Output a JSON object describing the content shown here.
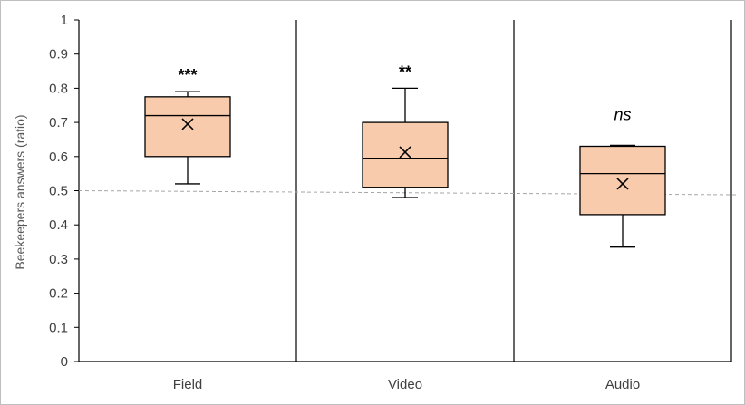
{
  "chart_data": {
    "type": "box",
    "title": "",
    "xlabel": "",
    "ylabel": "Beekeepers answers (ratio)",
    "ylim": [
      0,
      1
    ],
    "yticks": [
      "0",
      "0.1",
      "0.2",
      "0.3",
      "0.4",
      "0.5",
      "0.6",
      "0.7",
      "0.8",
      "0.9",
      "1"
    ],
    "categories": [
      "Field",
      "Video",
      "Audio"
    ],
    "boxes": [
      {
        "category": "Field",
        "min": 0.52,
        "q1": 0.6,
        "median": 0.72,
        "q3": 0.775,
        "max": 0.79,
        "mean": 0.695,
        "significance": "***"
      },
      {
        "category": "Video",
        "min": 0.48,
        "q1": 0.51,
        "median": 0.595,
        "q3": 0.7,
        "max": 0.8,
        "mean": 0.613,
        "significance": "**"
      },
      {
        "category": "Audio",
        "min": 0.335,
        "q1": 0.43,
        "median": 0.55,
        "q3": 0.63,
        "max": 0.633,
        "mean": 0.52,
        "significance": "ns"
      }
    ],
    "reference_line": {
      "y_start": 0.5,
      "y_end": 0.488,
      "style": "dashed"
    },
    "colors": {
      "box_fill": "#f8cbad",
      "box_stroke": "#000000",
      "reference": "#a6a6a6"
    },
    "grid": false
  }
}
